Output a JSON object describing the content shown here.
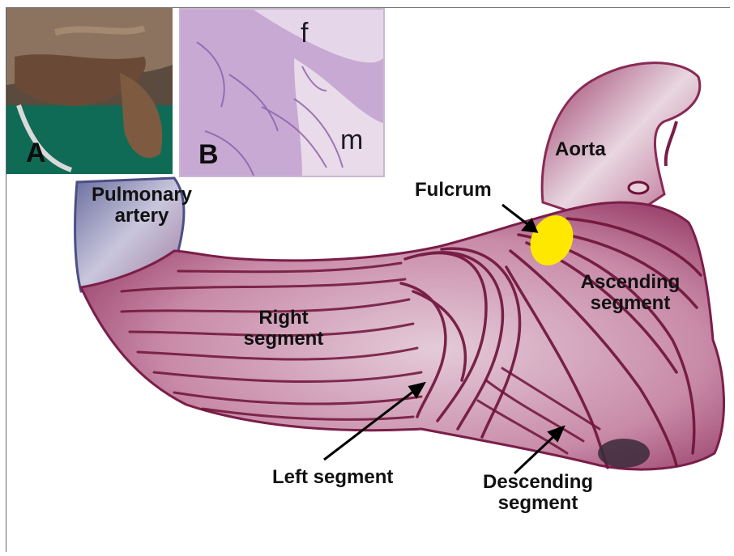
{
  "panels": {
    "a_label": "A",
    "b_label": "B",
    "b_f": "f",
    "b_m": "m"
  },
  "labels": {
    "pulmonary_artery_line1": "Pulmonary",
    "pulmonary_artery_line2": "artery",
    "aorta": "Aorta",
    "fulcrum": "Fulcrum",
    "ascending_line1": "Ascending",
    "ascending_line2": "segment",
    "right_line1": "Right",
    "right_line2": "segment",
    "left_segment": "Left segment",
    "descending_line1": "Descending",
    "descending_line2": "segment"
  },
  "colors": {
    "tissue": "#a4446e",
    "tissue_light": "#e6cfdb",
    "fiber": "#6e1238",
    "fulcrum_marker": "#ffe800",
    "label_text": "#111111"
  }
}
